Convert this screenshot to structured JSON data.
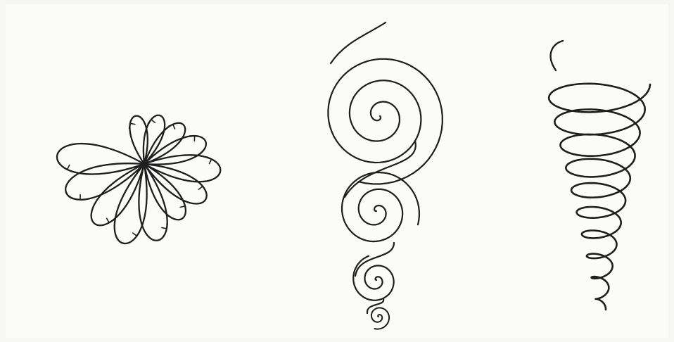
{
  "image": {
    "description_free": true,
    "ink_color": "#1e1e1e",
    "paper_color": "#fbfbfa",
    "background_color": "#f6f6f4"
  },
  "figures": [
    {
      "kind": "flower-of-loops",
      "petal_count": 12,
      "has_direction_arrows": true
    },
    {
      "kind": "chain-of-spirals",
      "spiral_count": 4
    },
    {
      "kind": "conical-coil",
      "loop_count": 10
    }
  ]
}
